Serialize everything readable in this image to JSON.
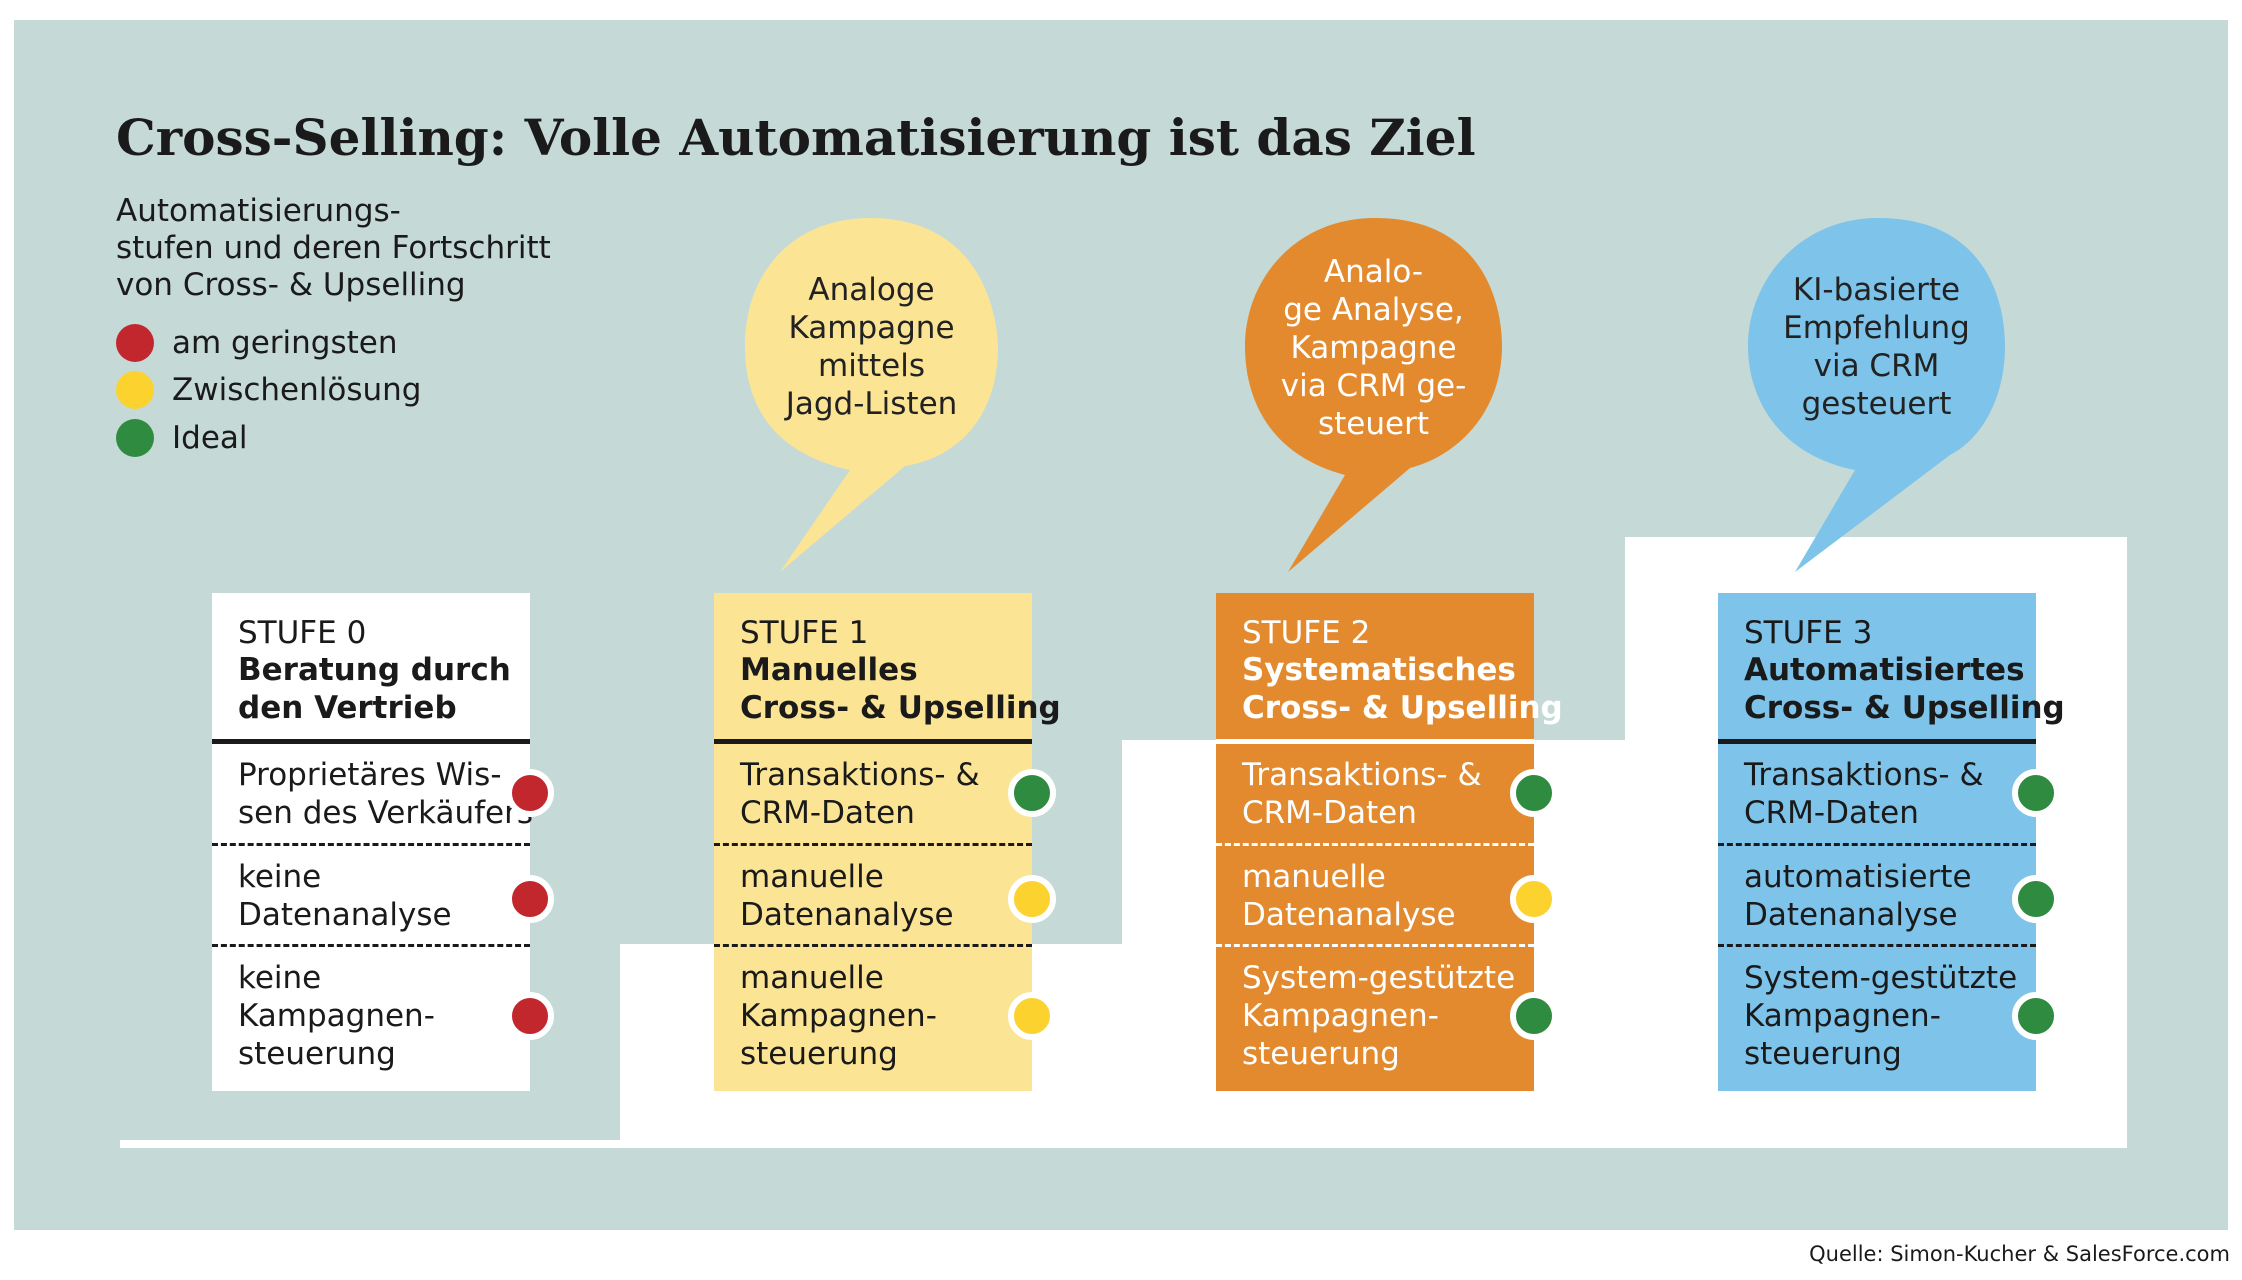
{
  "title": "Cross-Selling: Volle Automatisierung ist das Ziel",
  "subtitle_lines": [
    "Automatisierungs-",
    "stufen und deren Fortschritt",
    "von Cross- & Upselling"
  ],
  "legend": [
    {
      "label": "am geringsten",
      "color": "#c1272d"
    },
    {
      "label": "Zwischenlösung",
      "color": "#fcd22e"
    },
    {
      "label": "Ideal",
      "color": "#2e8b40"
    }
  ],
  "colors": {
    "background": "#c5d9d7",
    "steps": "#ffffff",
    "stage0": "#ffffff",
    "stage1": "#fbe595",
    "stage2": "#e38a2f",
    "stage3": "#7dc3ea",
    "red": "#c1272d",
    "yellow": "#fcd22e",
    "green": "#2e8b40"
  },
  "bubbles": [
    {
      "lines": [
        "Analoge",
        "Kampagne",
        "mittels",
        "Jagd-Listen"
      ]
    },
    {
      "lines": [
        "Analo-",
        "ge Analyse,",
        "Kampagne",
        "via CRM ge-",
        "steuert"
      ]
    },
    {
      "lines": [
        "KI-basierte",
        "Empfehlung",
        "via CRM",
        "gesteuert"
      ]
    }
  ],
  "stages": [
    {
      "number": "STUFE 0",
      "name_lines": [
        "Beratung durch",
        "den Vertrieb"
      ],
      "rows": [
        {
          "lines": [
            "Proprietäres Wis-",
            "sen des Verkäufers"
          ],
          "status": "red"
        },
        {
          "lines": [
            "keine",
            "Datenanalyse"
          ],
          "status": "red"
        },
        {
          "lines": [
            "keine",
            "Kampagnen-",
            "steuerung"
          ],
          "status": "red"
        }
      ]
    },
    {
      "number": "STUFE 1",
      "name_lines": [
        "Manuelles",
        "Cross- & Upselling"
      ],
      "rows": [
        {
          "lines": [
            "Transaktions- &",
            "CRM-Daten"
          ],
          "status": "green"
        },
        {
          "lines": [
            "manuelle",
            "Datenanalyse"
          ],
          "status": "yellow"
        },
        {
          "lines": [
            "manuelle",
            "Kampagnen-",
            "steuerung"
          ],
          "status": "yellow"
        }
      ]
    },
    {
      "number": "STUFE 2",
      "name_lines": [
        "Systematisches",
        "Cross- & Upselling"
      ],
      "rows": [
        {
          "lines": [
            "Transaktions- &",
            "CRM-Daten"
          ],
          "status": "green"
        },
        {
          "lines": [
            "manuelle",
            "Datenanalyse"
          ],
          "status": "yellow"
        },
        {
          "lines": [
            "System-gestützte",
            "Kampagnen-",
            "steuerung"
          ],
          "status": "green"
        }
      ]
    },
    {
      "number": "STUFE 3",
      "name_lines": [
        "Automatisiertes",
        "Cross- & Upselling"
      ],
      "rows": [
        {
          "lines": [
            "Transaktions- &",
            "CRM-Daten"
          ],
          "status": "green"
        },
        {
          "lines": [
            "automatisierte",
            "Datenanalyse"
          ],
          "status": "green"
        },
        {
          "lines": [
            "System-gestützte",
            "Kampagnen-",
            "steuerung"
          ],
          "status": "green"
        }
      ]
    }
  ],
  "source": "Quelle: Simon-Kucher & SalesForce.com"
}
